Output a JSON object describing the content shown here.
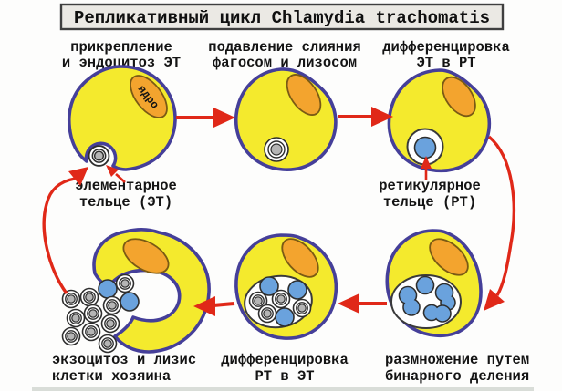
{
  "title": "Репликативный цикл Chlamydia trachomatis",
  "steps": {
    "attachment": {
      "line1": "прикрепление",
      "line2": "и эндоцитоз ЭТ"
    },
    "fusion_inhibition": {
      "line1": "подавление слияния",
      "line2": "фагосом и лизосом"
    },
    "eb_to_rb": {
      "line1": "дифференцировка",
      "line2": "ЭТ в РТ"
    },
    "binary_fission": {
      "line1": "размножение путем",
      "line2": "бинарного деления"
    },
    "rb_to_eb": {
      "line1": "дифференцировка",
      "line2": "РТ в ЭТ"
    },
    "exocytosis": {
      "line1": "экзоцитоз и лизис",
      "line2": "клетки хозяина"
    }
  },
  "callouts": {
    "nucleus": "ядро",
    "elementary_body": {
      "line1": "элементарное",
      "line2": "тельце (ЭТ)"
    },
    "reticulate_body": {
      "line1": "ретикулярное",
      "line2": "тельце (РТ)"
    }
  },
  "colors": {
    "cellYellow": "#f4ea2d",
    "membraneBlue": "#453f99",
    "nucleusOrange": "#f3a42e",
    "nucleusEdge": "#7a5a14",
    "arrowRed": "#e02818",
    "rbBlue": "#6aa2dd",
    "ebGray": "#b5b5b5",
    "ink": "#141414",
    "titleBg": "#ebe9e4",
    "titleEdge": "#3f3f3f"
  }
}
